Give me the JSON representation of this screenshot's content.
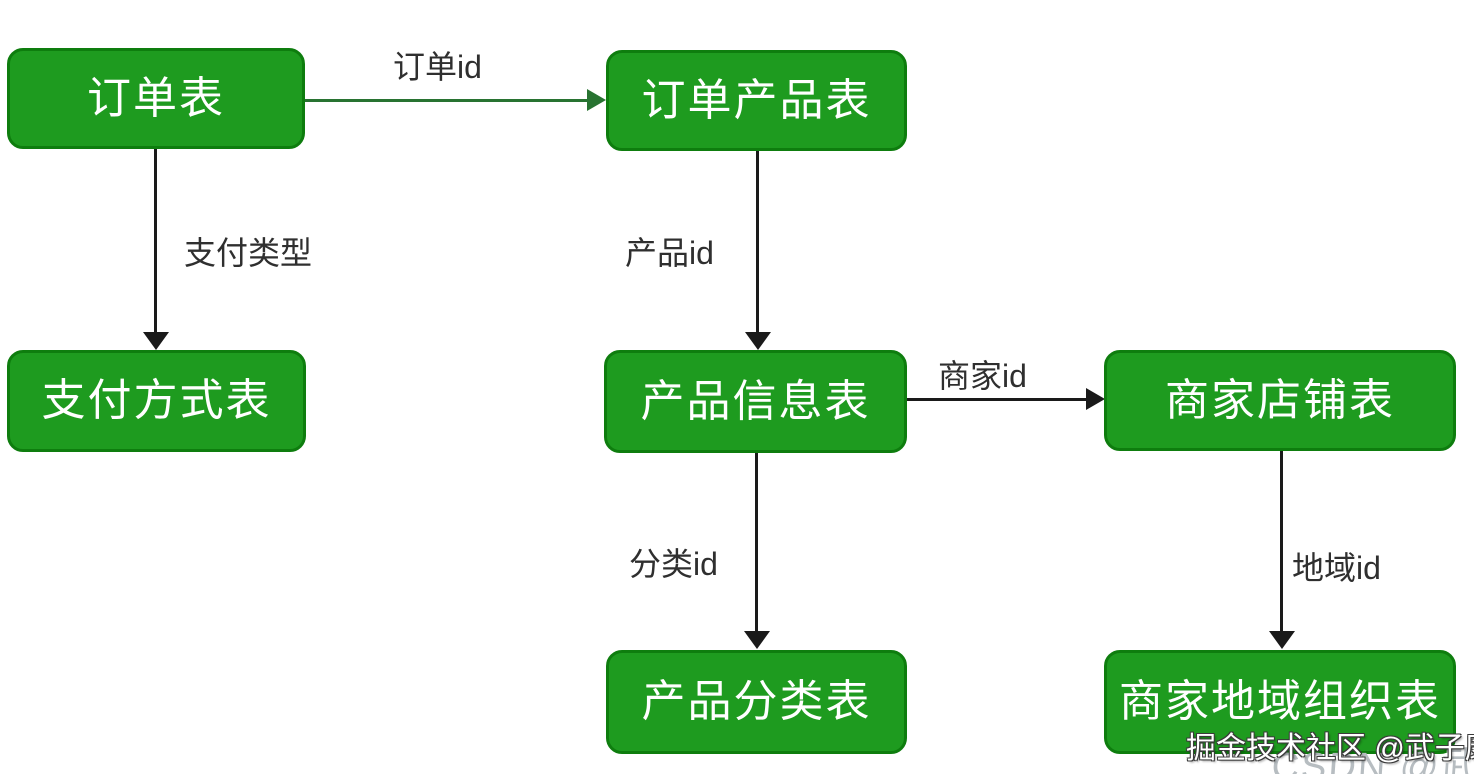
{
  "diagram": {
    "nodes": [
      {
        "label": "订单表"
      },
      {
        "label": "订单产品表"
      },
      {
        "label": "支付方式表"
      },
      {
        "label": "产品信息表"
      },
      {
        "label": "商家店铺表"
      },
      {
        "label": "产品分类表"
      },
      {
        "label": "商家地域组织表"
      }
    ],
    "edges": [
      {
        "from": "订单表",
        "to": "订单产品表",
        "label": "订单id",
        "direction": "right",
        "color": "green"
      },
      {
        "from": "订单表",
        "to": "支付方式表",
        "label": "支付类型",
        "direction": "down",
        "color": "black"
      },
      {
        "from": "订单产品表",
        "to": "产品信息表",
        "label": "产品id",
        "direction": "down",
        "color": "black"
      },
      {
        "from": "产品信息表",
        "to": "商家店铺表",
        "label": "商家id",
        "direction": "right",
        "color": "black"
      },
      {
        "from": "产品信息表",
        "to": "产品分类表",
        "label": "分类id",
        "direction": "down",
        "color": "black"
      },
      {
        "from": "商家店铺表",
        "to": "商家地域组织表",
        "label": "地域id",
        "direction": "down",
        "color": "black"
      }
    ],
    "colors": {
      "node_fill": "#1e9b1f",
      "node_border": "#0e7d0e",
      "node_text": "#ffffff",
      "green_arrow": "#287331",
      "black_arrow": "#1a1a1a",
      "edge_label": "#2f2f2f",
      "background": "#ffffff"
    }
  },
  "watermark": {
    "primary": "掘金技术社区 @武子康",
    "secondary": "CSDN @武子康"
  }
}
